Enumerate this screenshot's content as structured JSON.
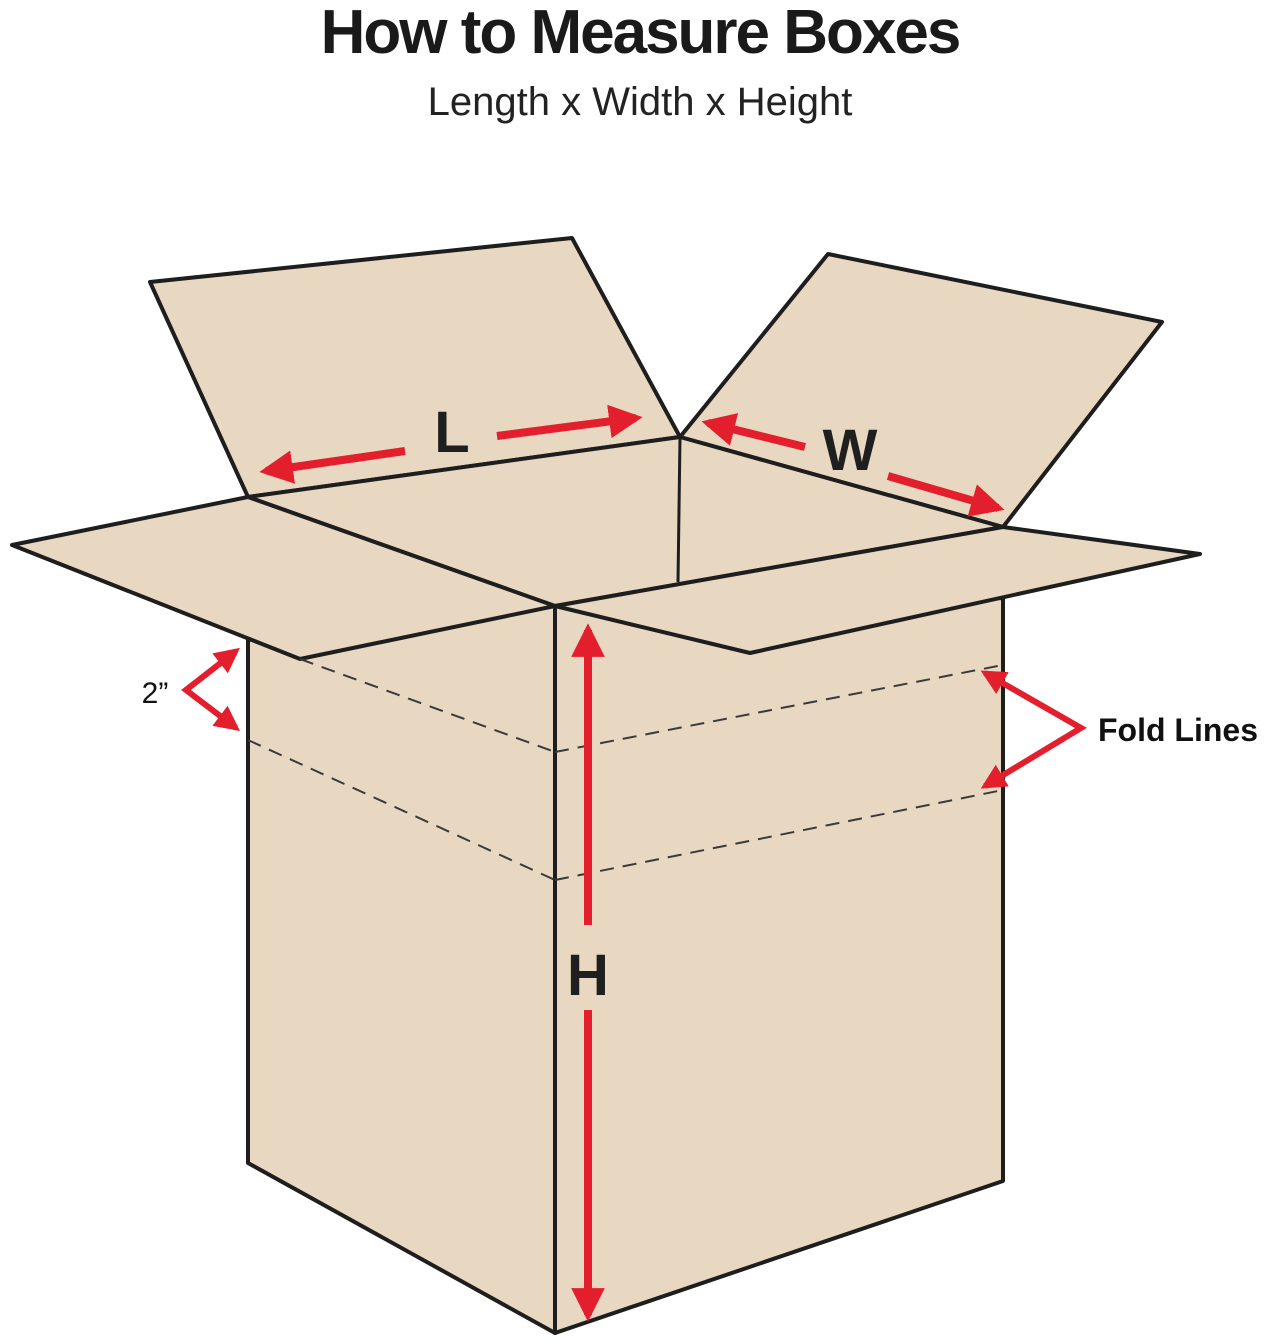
{
  "header": {
    "title": "How to Measure Boxes",
    "subtitle": "Length x Width x Height"
  },
  "labels": {
    "length": "L",
    "width": "W",
    "height": "H",
    "flap_size": "2”",
    "fold_lines": "Fold Lines"
  },
  "colors": {
    "cardboard": "#E8D8C1",
    "outline": "#1E1E1E",
    "arrow": "#E31E2D",
    "text": "#1A1A1A"
  }
}
